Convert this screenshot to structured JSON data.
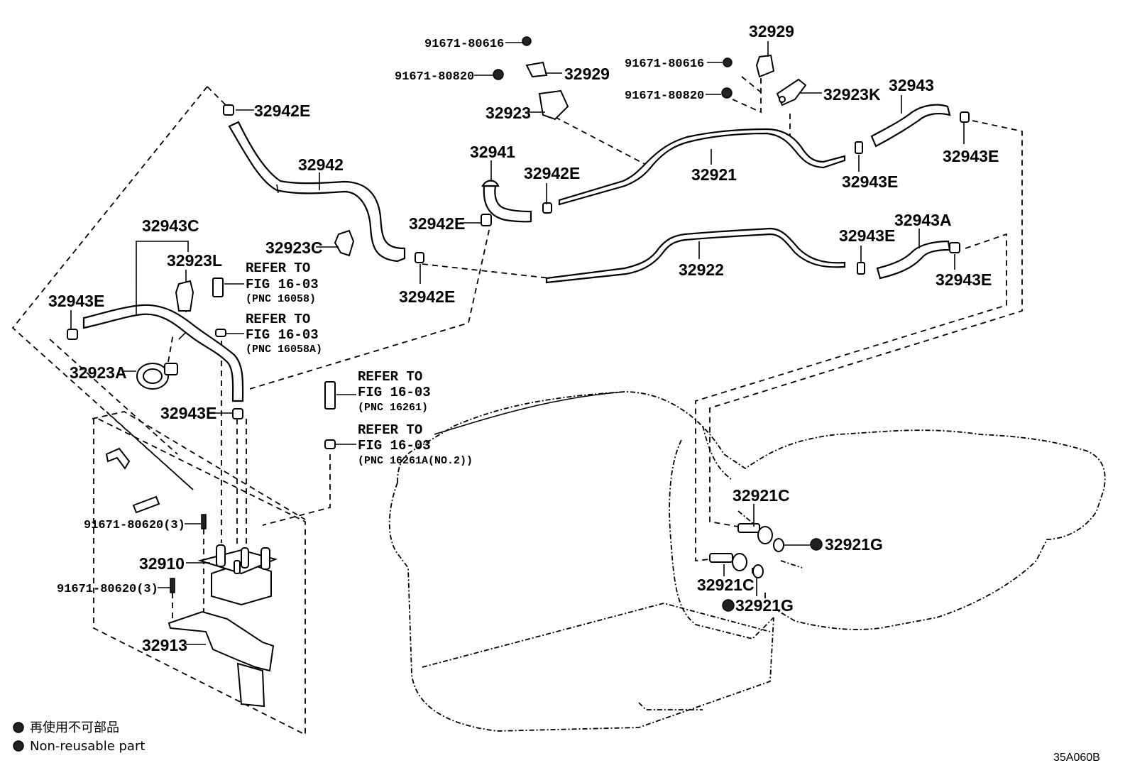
{
  "diagram_code": "35A060B",
  "legend": {
    "jp": "再使用不可部品",
    "en": "Non-reusable part"
  },
  "labels": {
    "p32942E_a": "32942E",
    "p32942": "32942",
    "p32923C": "32923C",
    "p32942E_b": "32942E",
    "p32943C": "32943C",
    "p32923L": "32923L",
    "p32943E_left": "32943E",
    "p32923A": "32923A",
    "p32943E_mid": "32943E",
    "p91671_80620_a": "91671-80620(3)",
    "p32910": "32910",
    "p91671_80620_b": "91671-80620(3)",
    "p32913": "32913",
    "p91671_80616_a": "91671-80616",
    "p91671_80820_a": "91671-80820",
    "p32929_a": "32929",
    "p32923": "32923",
    "p32941": "32941",
    "p32942E_c": "32942E",
    "p32942E_d": "32942E",
    "p32929_b": "32929",
    "p91671_80616_b": "91671-80616",
    "p91671_80820_b": "91671-80820",
    "p32923K": "32923K",
    "p32921": "32921",
    "p32943": "32943",
    "p32943E_r1": "32943E",
    "p32943E_r2": "32943E",
    "p32922": "32922",
    "p32943E_r3": "32943E",
    "p32943A": "32943A",
    "p32943E_r4": "32943E",
    "p32921C_a": "32921C",
    "p32921G_a": "32921G",
    "p32921C_b": "32921C",
    "p32921G_b": "32921G"
  },
  "refs": [
    {
      "line1": "REFER TO",
      "line2": "FIG 16-03",
      "pnc": "(PNC 16058)"
    },
    {
      "line1": "REFER TO",
      "line2": "FIG 16-03",
      "pnc": "(PNC 16058A)"
    },
    {
      "line1": "REFER TO",
      "line2": "FIG 16-03",
      "pnc": "(PNC 16261)"
    },
    {
      "line1": "REFER TO",
      "line2": "FIG 16-03",
      "pnc": "(PNC 16261A(NO.2))"
    }
  ]
}
